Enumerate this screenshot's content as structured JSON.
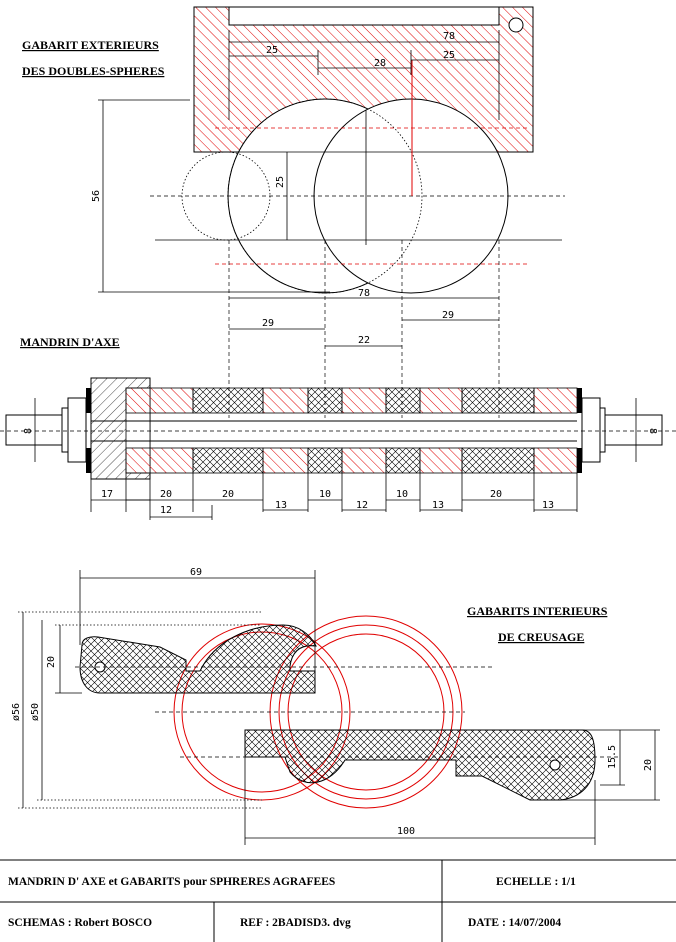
{
  "sections": {
    "exterior_title_1": "GABARIT EXTERIEURS",
    "exterior_title_2": "DES DOUBLES-SPHERES",
    "mandrel_title": "MANDRIN D'AXE",
    "interior_title_1": "GABARITS INTERIEURS",
    "interior_title_2": "DE CREUSAGE"
  },
  "dimensions": {
    "top_overall": "78",
    "top_left": "25",
    "top_middle": "28",
    "top_right": "25",
    "height_56": "56",
    "height_25": "25",
    "mid_overall": "78",
    "mid_left": "29",
    "mid_right": "29",
    "mid_center": "22",
    "shaft_left": "8",
    "shaft_right": "8",
    "seg_17": "17",
    "seg_a": "20",
    "seg_b": "20",
    "seg_c": "13",
    "seg_d": "10",
    "seg_e": "12",
    "seg_f": "10",
    "seg_g": "13",
    "seg_h": "20",
    "seg_i": "13",
    "seg_12": "12",
    "int_69": "69",
    "int_20_left": "20",
    "int_d56": "ø56",
    "int_d50": "ø50",
    "int_155": "15.5",
    "int_20_right": "20",
    "int_100": "100"
  },
  "title_block": {
    "title": "MANDRIN  D' AXE  et  GABARITS  pour  SPHRERES  AGRAFEES",
    "scale": "ECHELLE  :  1/1",
    "author": "SCHEMAS  :  Robert  BOSCO",
    "ref": "REF  :  2BADISD3. dvg",
    "date": "DATE  :  14/07/2004"
  },
  "colors": {
    "hatch": "#e00000",
    "ink": "#000000"
  }
}
